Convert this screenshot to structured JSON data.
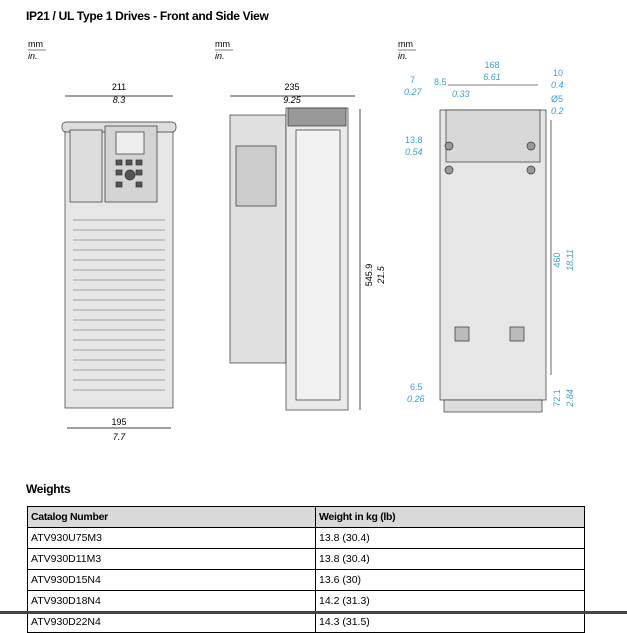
{
  "title": "IP21 / UL Type 1 Drives - Front and Side View",
  "units": {
    "top": "mm",
    "bottom": "in."
  },
  "front": {
    "width_mm": "211",
    "width_in": "8.3",
    "base_mm": "195",
    "base_in": "7.7"
  },
  "side": {
    "depth_mm": "235",
    "depth_in": "9.25",
    "height_mm": "545.9",
    "height_in": "21.5"
  },
  "rear": {
    "w_mm": "168",
    "w_in": "6.61",
    "a_mm": "7",
    "a_in": "0.27",
    "b_mm": "8.5",
    "b_in": "0.33",
    "c_mm": "10",
    "c_in": "0.4",
    "hole_mm": "Ø5",
    "hole_in": "0.2",
    "d_mm": "13.8",
    "d_in": "0.54",
    "h_mm": "460",
    "h_in": "18.11",
    "e_mm": "6.5",
    "e_in": "0.26",
    "f_mm": "72.1",
    "f_in": "2.84"
  },
  "colors": {
    "dim_blue": "#3a9fd6"
  },
  "weights": {
    "heading": "Weights",
    "columns": [
      "Catalog Number",
      "Weight in kg (lb)"
    ],
    "rows": [
      [
        "ATV930U75M3",
        "13.8 (30.4)"
      ],
      [
        "ATV930D11M3",
        "13.8 (30.4)"
      ],
      [
        "ATV930D15N4",
        "13.6 (30)"
      ],
      [
        "ATV930D18N4",
        "14.2 (31.3)"
      ],
      [
        "ATV930D22N4",
        "14.3 (31.5)"
      ]
    ]
  }
}
